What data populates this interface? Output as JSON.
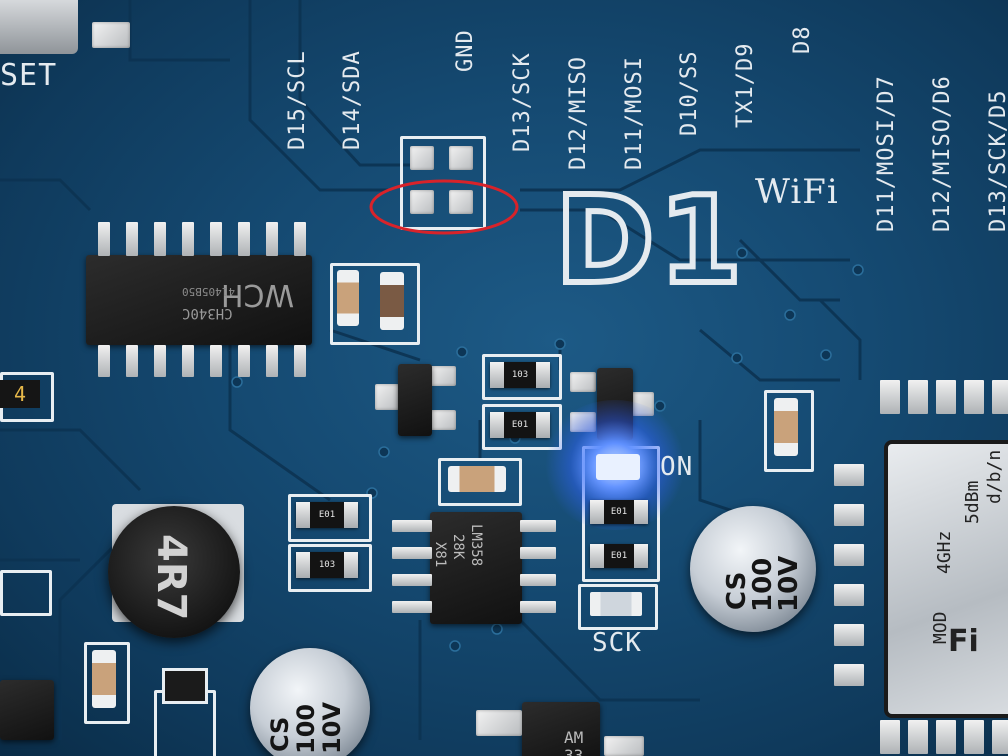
{
  "board": {
    "brand_label": "D1",
    "wifi_label": "WiFi",
    "reset_label": "SET",
    "pins_top": [
      "D15/SCL",
      "D14/SDA",
      "GND",
      "D13/SCK",
      "D12/MISO",
      "D11/MOSI",
      "D10/SS",
      "TX1/D9",
      "D8"
    ],
    "pins_right": [
      "D11/MOSI/D7",
      "D12/MISO/D6",
      "D13/SCK/D5"
    ],
    "led_on_label": "ON",
    "led_sck_label": "SCK",
    "usb_chip": {
      "model": "CH340C",
      "batch": "41405B50",
      "brand": "WCH"
    },
    "regulator": {
      "line1": "LM358",
      "line2": "28K",
      "line3": "X81"
    },
    "inductor_label": "4R7",
    "capacitors": [
      {
        "line1": "CS",
        "line2": "100",
        "line3": "10V"
      },
      {
        "line1": "CS",
        "line2": "100",
        "line3": "10V"
      }
    ],
    "resistor_codes": [
      "103",
      "E01",
      "E01",
      "103",
      "E01",
      "E01"
    ],
    "module_texts": [
      "d/b/n",
      "5dBm",
      "4GHz",
      "MOD",
      "Fi"
    ],
    "misc_labels": [
      "4",
      "AM",
      "33"
    ]
  },
  "colors": {
    "pcb": "#154a72",
    "silkscreen": "#e4eaef",
    "annotation_ring": "#d8232a",
    "led_glow": "#3b7bff"
  },
  "annotation": {
    "shape": "ellipse",
    "target": "header pads below GND label"
  }
}
